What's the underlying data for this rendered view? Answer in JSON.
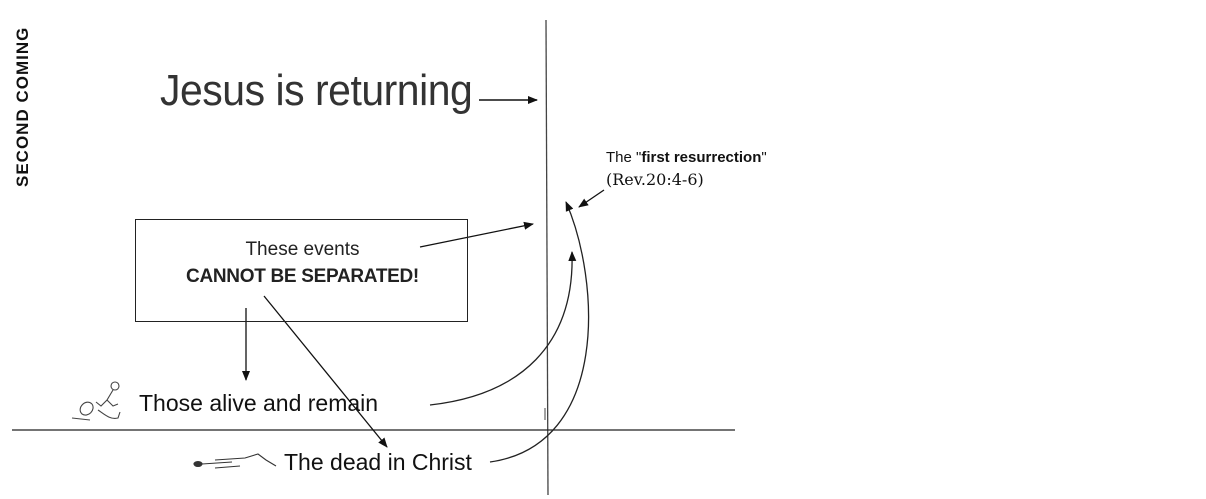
{
  "headline": "Jesus is returning",
  "vertical_label": "SECOND COMING",
  "first_resurrection": {
    "prefix": "The \"",
    "emphasis": "first resurrection",
    "suffix": "\"",
    "reference": "(Rev.20:4-6)"
  },
  "box": {
    "line1": "These events",
    "line2": "CANNOT BE SEPARATED!"
  },
  "alive_label": "Those alive and remain",
  "dead_label": "The dead in Christ"
}
